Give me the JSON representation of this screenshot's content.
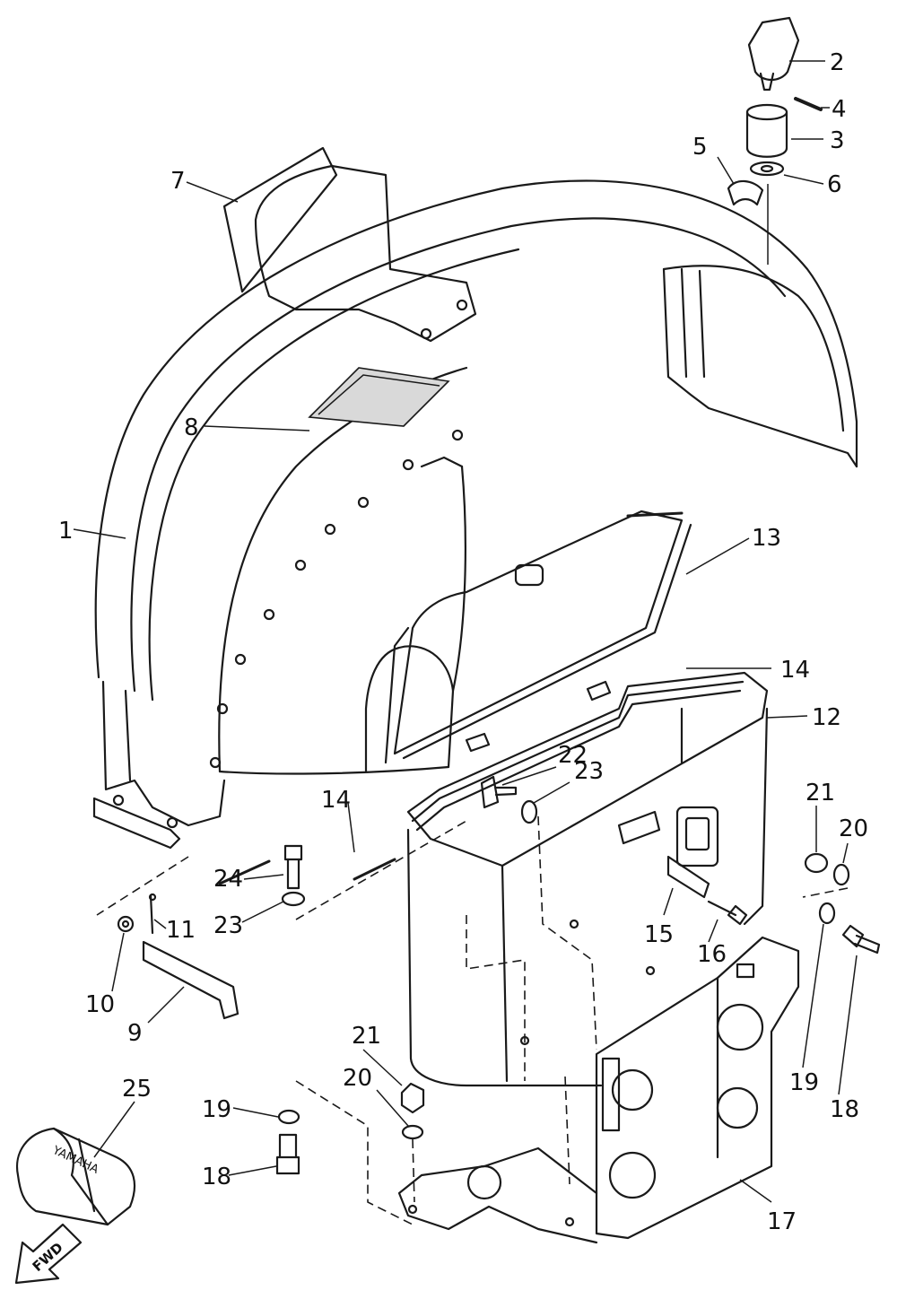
{
  "diagram": {
    "callouts": [
      {
        "id": "c1",
        "label": "1"
      },
      {
        "id": "c2",
        "label": "2"
      },
      {
        "id": "c3",
        "label": "3"
      },
      {
        "id": "c4",
        "label": "4"
      },
      {
        "id": "c5",
        "label": "5"
      },
      {
        "id": "c6",
        "label": "6"
      },
      {
        "id": "c7",
        "label": "7"
      },
      {
        "id": "c8",
        "label": "8"
      },
      {
        "id": "c9",
        "label": "9"
      },
      {
        "id": "c10",
        "label": "10"
      },
      {
        "id": "c11",
        "label": "11"
      },
      {
        "id": "c12",
        "label": "12"
      },
      {
        "id": "c13",
        "label": "13"
      },
      {
        "id": "c14a",
        "label": "14"
      },
      {
        "id": "c14b",
        "label": "14"
      },
      {
        "id": "c15",
        "label": "15"
      },
      {
        "id": "c16",
        "label": "16"
      },
      {
        "id": "c17",
        "label": "17"
      },
      {
        "id": "c18a",
        "label": "18"
      },
      {
        "id": "c18b",
        "label": "18"
      },
      {
        "id": "c19a",
        "label": "19"
      },
      {
        "id": "c19b",
        "label": "19"
      },
      {
        "id": "c20a",
        "label": "20"
      },
      {
        "id": "c20b",
        "label": "20"
      },
      {
        "id": "c21a",
        "label": "21"
      },
      {
        "id": "c21b",
        "label": "21"
      },
      {
        "id": "c22",
        "label": "22"
      },
      {
        "id": "c23a",
        "label": "23"
      },
      {
        "id": "c23b",
        "label": "23"
      },
      {
        "id": "c24",
        "label": "24"
      },
      {
        "id": "c25",
        "label": "25"
      }
    ],
    "direction_marker": "FWD",
    "tool_bag_brand": "YAMAHA"
  }
}
